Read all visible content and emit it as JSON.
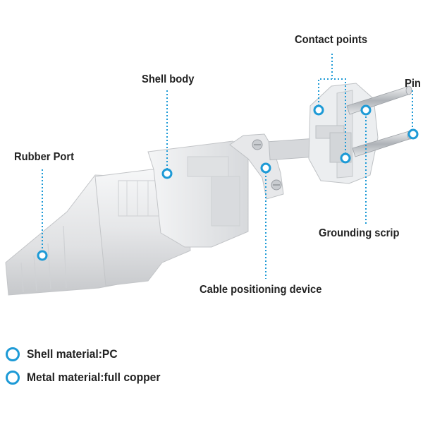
{
  "labels": {
    "contact_points": "Contact points",
    "pin": "Pin",
    "shell_body": "Shell body",
    "rubber_port": "Rubber Port",
    "grounding_scrip": "Grounding scrip",
    "cable_positioning_device": "Cable positioning device"
  },
  "legend": [
    {
      "text": "Shell material:PC"
    },
    {
      "text": "Metal material:full copper"
    }
  ],
  "colors": {
    "marker": "#1d9ad6",
    "leader": "#1d9ad6",
    "plastic": "#e9eaec",
    "metal": "#c9ccd0"
  }
}
